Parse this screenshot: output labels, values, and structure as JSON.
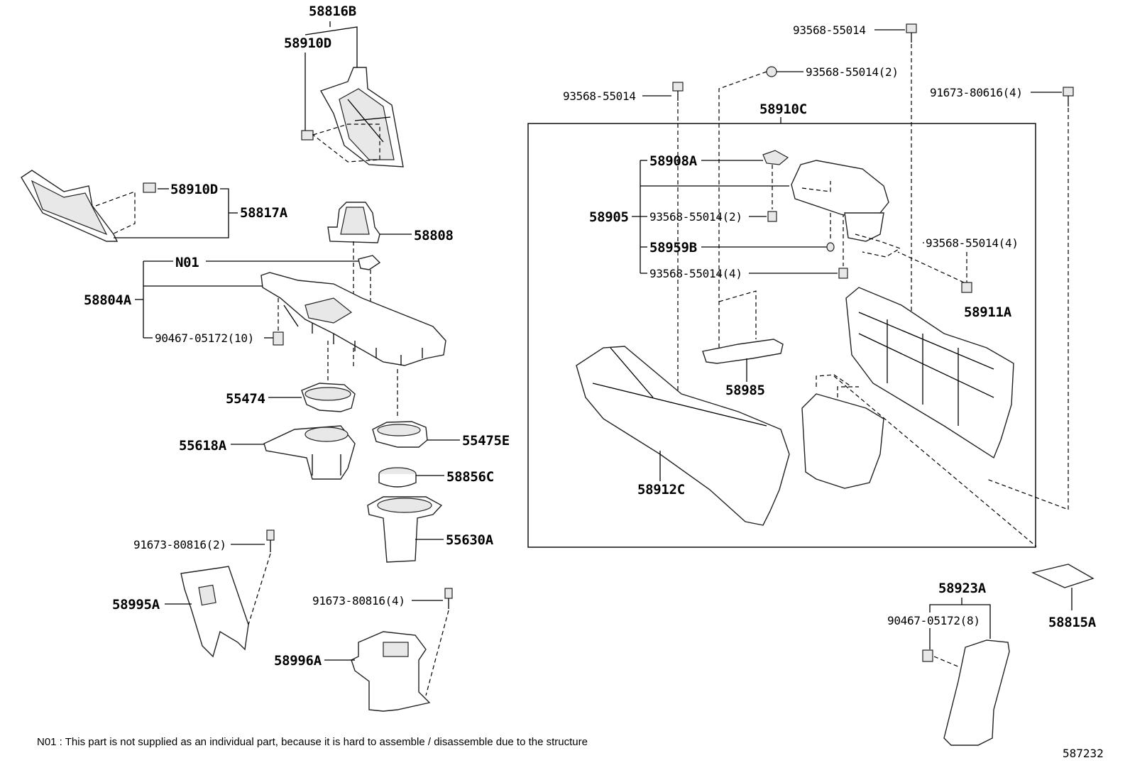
{
  "labels": {
    "p58816B": "58816B",
    "p58910D_top": "58910D",
    "p58910D_mid": "58910D",
    "p58817A": "58817A",
    "p58808": "58808",
    "pN01": "N01",
    "p58804A": "58804A",
    "p90467_10": "90467-05172(10)",
    "p55474": "55474",
    "p55618A": "55618A",
    "p55475E": "55475E",
    "p58856C": "58856C",
    "p55630A": "55630A",
    "p91673_2": "91673-80816(2)",
    "p58995A": "58995A",
    "p91673_4": "91673-80816(4)",
    "p58996A": "58996A",
    "p93568_top": "93568-55014",
    "p93568_2_top": "93568-55014(2)",
    "p93568_left": "93568-55014",
    "p91673_80616": "91673-80616(4)",
    "p58910C": "58910C",
    "p58908A": "58908A",
    "p58905": "58905",
    "p93568_2_inner": "93568-55014(2)",
    "p58959B": "58959B",
    "p93568_4_inner": "93568-55014(4)",
    "p93568_4_right": "93568-55014(4)",
    "p58911A": "58911A",
    "p58985": "58985",
    "p58912C": "58912C",
    "p58923A": "58923A",
    "p90467_8": "90467-05172(8)",
    "p58815A": "58815A"
  },
  "footnote": "N01 : This part is not supplied as an individual part, because it is hard to assemble / disassemble due to the structure",
  "figure_number": "587232"
}
